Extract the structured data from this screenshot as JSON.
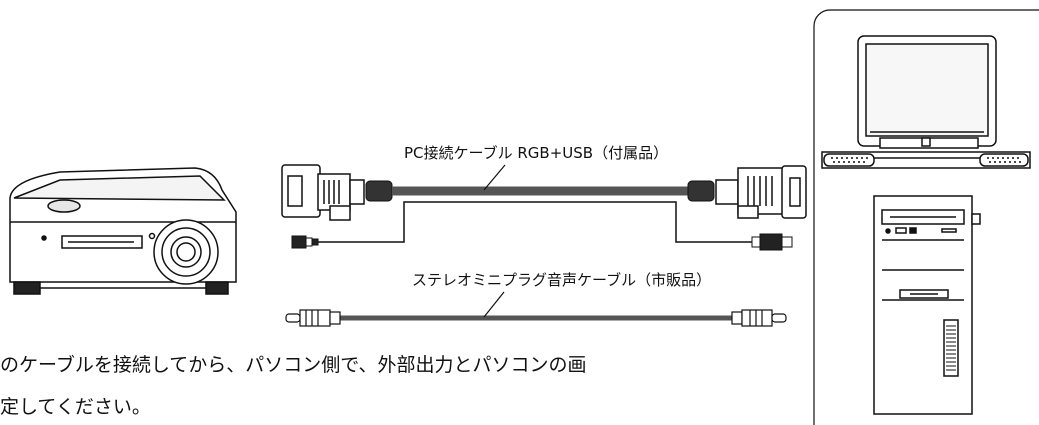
{
  "cable_pc_label": "PC接続ケーブル RGB+USB（付属品）",
  "cable_audio_label": "ステレオミニプラグ音声ケーブル（市販品）",
  "instruction_line1": "のケーブルを接続してから、パソコン側で、外部出力とパソコンの画",
  "instruction_line2": "定してください。",
  "colors": {
    "cable": "#555555",
    "line": "#111111",
    "fill_light": "#f2f2f2",
    "fill_dark": "#333333"
  }
}
